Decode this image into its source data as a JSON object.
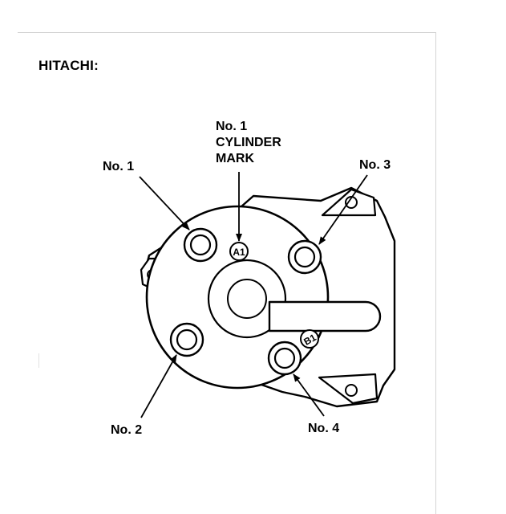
{
  "title": "HITACHI:",
  "labels": {
    "no1": "No. 1",
    "no2": "No. 2",
    "no3": "No. 3",
    "no4": "No. 4",
    "cylinder_mark": [
      "No. 1",
      "CYLINDER",
      "MARK"
    ]
  },
  "terminal_marks": {
    "a1": "A1",
    "b1": "B1"
  }
}
